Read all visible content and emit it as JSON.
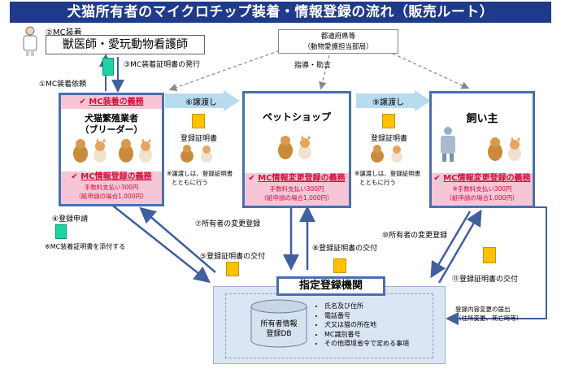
{
  "title": "犬猫所有者のマイクロチップ装着・情報登録の流れ（販売ルート）",
  "vet": {
    "step_label": "②MC装着",
    "box_label": "獣医師・愛玩動物看護師"
  },
  "prefecture": {
    "line1": "都道府県等",
    "line2": "（動物愛護担当部局）",
    "guidance": "指導・助言"
  },
  "breeder": {
    "duty_mc": "MC装着の義務",
    "name_line1": "犬猫繁殖業者",
    "name_line2": "（ブリーダー）",
    "duty_info": "MC情報登録の義務",
    "fee": "手数料支払い300円",
    "paper_fee": "（紙申請の場合1,000円）"
  },
  "petshop": {
    "name": "ペットショップ",
    "duty_info": "MC情報変更登録の義務",
    "fee": "手数料支払い300円",
    "paper_fee": "（紙申請の場合1,000円）"
  },
  "owner": {
    "name": "飼い主",
    "duty_info": "MC情報変更登録の義務",
    "fee": "※手数料支払い300円",
    "paper_fee": "（紙申請の場合1,000円）"
  },
  "steps": {
    "s1": "①MC装着依頼",
    "s3": "③MC装着証明書の発行",
    "s4": "④登録申請",
    "s4_note": "※MC装着証明書を添付する",
    "s5": "⑤登録証明書の交付",
    "s6": "⑥譲渡し",
    "s7": "⑦所有者の変更登録",
    "s8": "⑧登録証明書の交付",
    "s9": "⑨譲渡し",
    "s10": "⑩所有者の変更登録",
    "s11": "⑪登録証明書の交付"
  },
  "cert_label_1": "登録証明書",
  "cert_label_2": "登録証明書",
  "transfer_note_1a": "※譲渡しは、登録証明書",
  "transfer_note_1b": "とともに行う",
  "transfer_note_2a": "※譲渡しは、登録証明書",
  "transfer_note_2b": "とともに行う",
  "owner_report": {
    "line1": "登録内容変更の届出",
    "line2": "（住所変更、死亡時等）"
  },
  "registry": {
    "title": "指定登録機関",
    "db_line1": "所有者情報",
    "db_line2": "登録DB",
    "items": [
      "氏名及び住所",
      "電話番号",
      "犬又は猫の所在地",
      "MC識別番号",
      "その他環境省令で定める事項"
    ]
  },
  "colors": {
    "title_bg": "#1f3a8a",
    "node_border": "#4a6fb0",
    "pink": "#f7c6d6",
    "duty_red": "#d0103a",
    "transfer_arrow": "#b7dcef",
    "green_doc": "#1ed3a2",
    "orange_doc": "#ffc000"
  }
}
